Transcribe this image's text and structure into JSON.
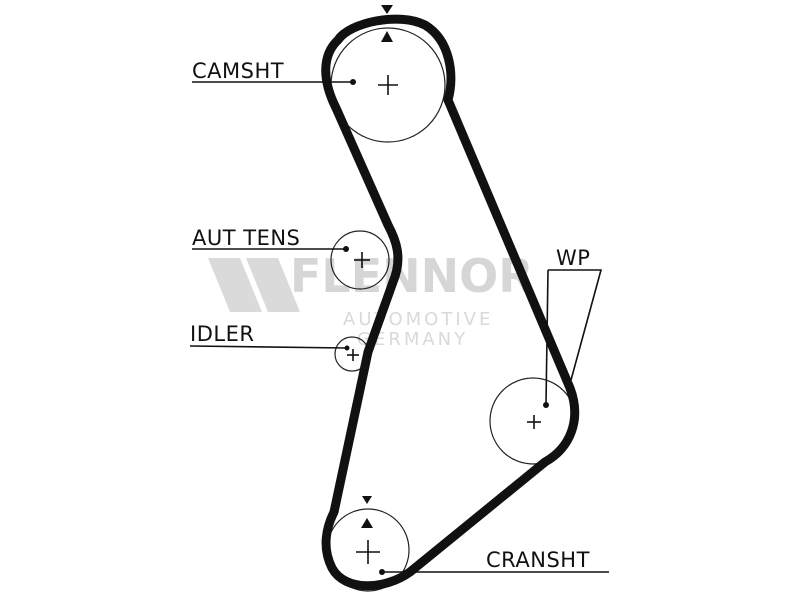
{
  "labels": {
    "camshaft": "CAMSHT",
    "auto_tensioner": "AUT TENS",
    "idler": "IDLER",
    "water_pump": "WP",
    "crankshaft": "CRANSHT"
  },
  "watermark": {
    "brand": "FLENNOR",
    "line1": "AUTOMOTIVE",
    "line2": "GERMANY"
  },
  "colors": {
    "belt": "#111111",
    "watermark": "#d6d6d6"
  }
}
